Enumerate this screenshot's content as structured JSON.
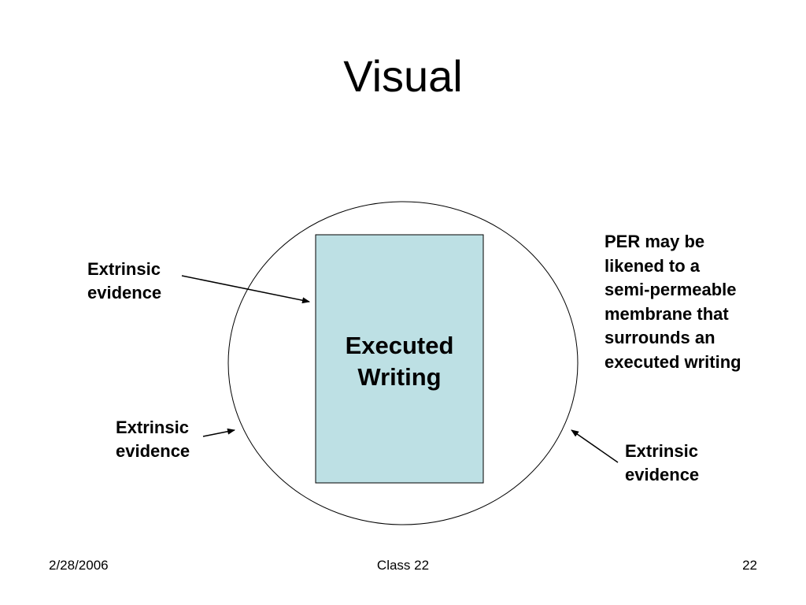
{
  "slide": {
    "title": "Visual",
    "center_label_line1": "Executed",
    "center_label_line2": "Writing",
    "left_top_label_line1": "Extrinsic",
    "left_top_label_line2": "evidence",
    "left_bottom_label_line1": "Extrinsic",
    "left_bottom_label_line2": "evidence",
    "right_bottom_label_line1": "Extrinsic",
    "right_bottom_label_line2": "evidence",
    "note_lines": [
      "PER may be",
      "likened to a",
      "semi-permeable",
      "membrane that",
      "surrounds an",
      "executed writing"
    ],
    "box_fill": "#bde0e4"
  },
  "footer": {
    "date": "2/28/2006",
    "center": "Class 22",
    "page": "22"
  }
}
